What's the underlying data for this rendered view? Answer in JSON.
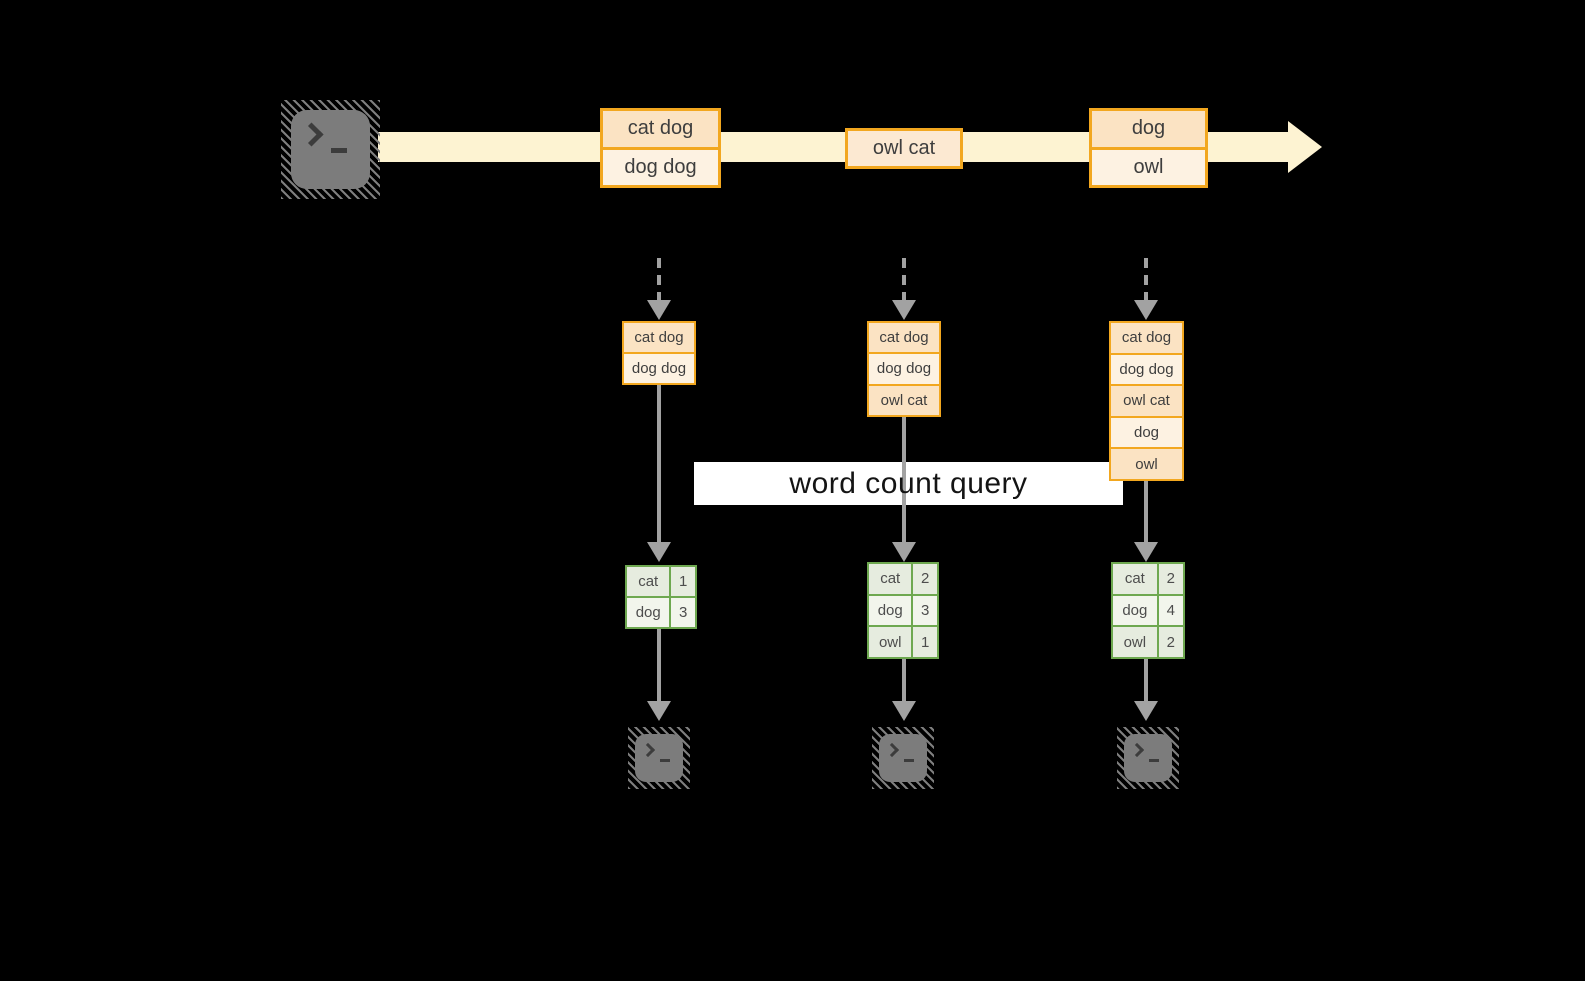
{
  "label": {
    "text": "word count query"
  },
  "icons": {
    "source": "terminal-prompt-icon",
    "workers": [
      "terminal-prompt-icon",
      "terminal-prompt-icon",
      "terminal-prompt-icon"
    ]
  },
  "stream": {
    "batches": [
      [
        "cat dog",
        "dog dog"
      ],
      [
        "owl cat"
      ],
      [
        "dog",
        "owl"
      ]
    ]
  },
  "columns": [
    {
      "accumulated": [
        "cat dog",
        "dog dog"
      ],
      "counts": [
        {
          "word": "cat",
          "count": "1"
        },
        {
          "word": "dog",
          "count": "3"
        }
      ]
    },
    {
      "accumulated": [
        "cat dog",
        "dog dog",
        "owl cat"
      ],
      "counts": [
        {
          "word": "cat",
          "count": "2"
        },
        {
          "word": "dog",
          "count": "3"
        },
        {
          "word": "owl",
          "count": "1"
        }
      ]
    },
    {
      "accumulated": [
        "cat dog",
        "dog dog",
        "owl cat",
        "dog",
        "owl"
      ],
      "counts": [
        {
          "word": "cat",
          "count": "2"
        },
        {
          "word": "dog",
          "count": "4"
        },
        {
          "word": "owl",
          "count": "2"
        }
      ]
    }
  ],
  "colors": {
    "background": "#000000",
    "stream_band": "#fdf3d2",
    "box_border": "#f2a71f",
    "box_fill_peach": "#fbe3c3",
    "box_fill_cream": "#fdf2e2",
    "table_border": "#6ea850",
    "table_fill_dark": "#e6ecdf",
    "table_fill_light": "#f2f5ec",
    "arrow_gray": "#a2a2a2",
    "label_background": "#ffffff"
  }
}
